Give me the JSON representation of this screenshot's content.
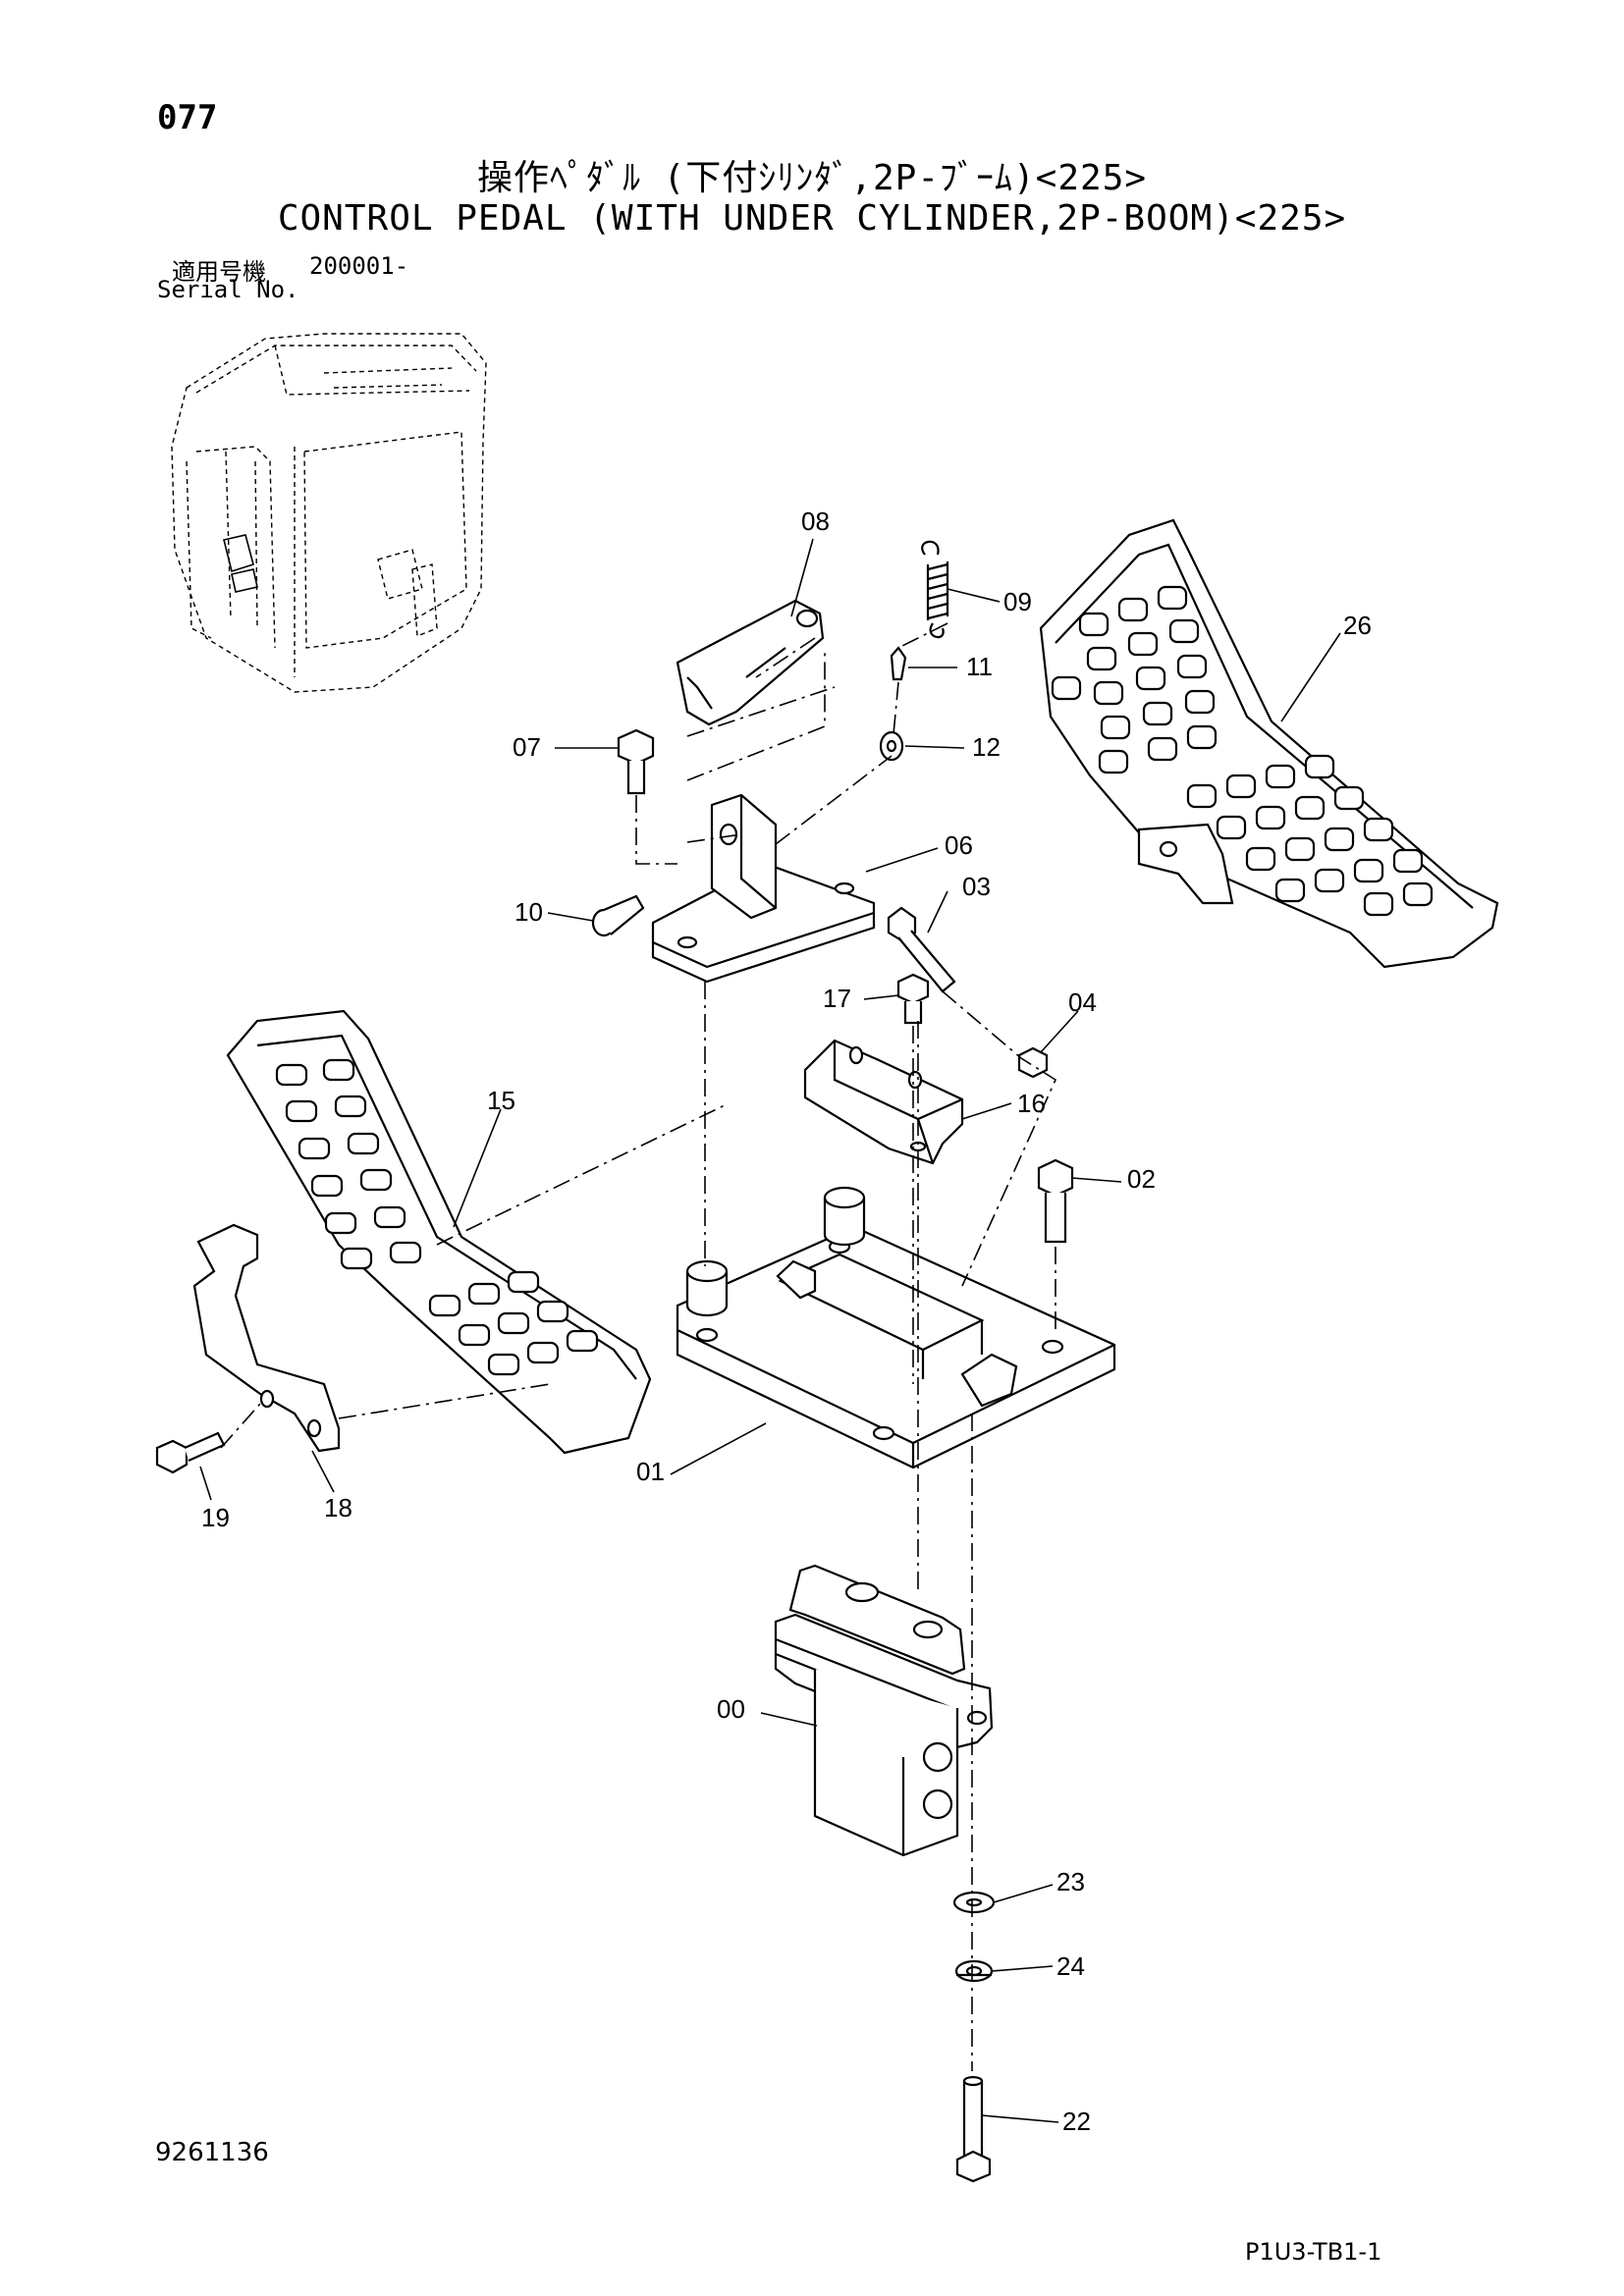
{
  "header": {
    "page_number": "077",
    "title_ja": "操作ﾍﾟﾀﾞﾙ (下付ｼﾘﾝﾀﾞ,2P-ﾌﾞｰﾑ)<225>",
    "title_en": "CONTROL PEDAL (WITH UNDER CYLINDER,2P-BOOM)<225>",
    "serial_label_ja": "適用号機",
    "serial_value": "200001-",
    "serial_label_en": "Serial No."
  },
  "callouts": {
    "c00": "00",
    "c01": "01",
    "c02": "02",
    "c03": "03",
    "c04": "04",
    "c06": "06",
    "c07": "07",
    "c08": "08",
    "c09": "09",
    "c10": "10",
    "c11": "11",
    "c12": "12",
    "c15": "15",
    "c16": "16",
    "c17": "17",
    "c18": "18",
    "c19": "19",
    "c22": "22",
    "c23": "23",
    "c24": "24",
    "c26": "26"
  },
  "footer": {
    "document_number": "9261136",
    "page_code": "P1U3-TB1-1"
  }
}
